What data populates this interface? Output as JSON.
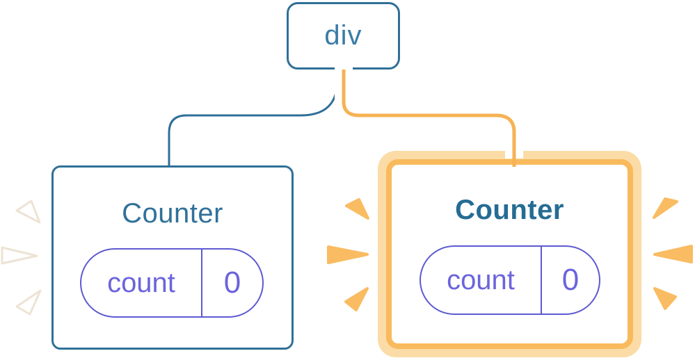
{
  "diagram": {
    "root": {
      "label": "div"
    },
    "children": [
      {
        "title": "Counter",
        "state_key": "count",
        "state_value": "0",
        "highlighted": false
      },
      {
        "title": "Counter",
        "state_key": "count",
        "state_value": "0",
        "highlighted": true
      }
    ]
  },
  "colors": {
    "tree_blue": "#2F6F98",
    "root_label_blue": "#3A7CA8",
    "title_blue": "#30719A",
    "title_blue_bold": "#256C94",
    "pill_purple_border": "#5D5AD2",
    "pill_purple_text": "#6B64DC",
    "orange_connector": "#F6B254",
    "orange_card_border": "#F8BA5C",
    "orange_card_glow": "#FBDCA6",
    "orange_burst": "#F9BC62",
    "white_burst": "#FFFFFF"
  }
}
